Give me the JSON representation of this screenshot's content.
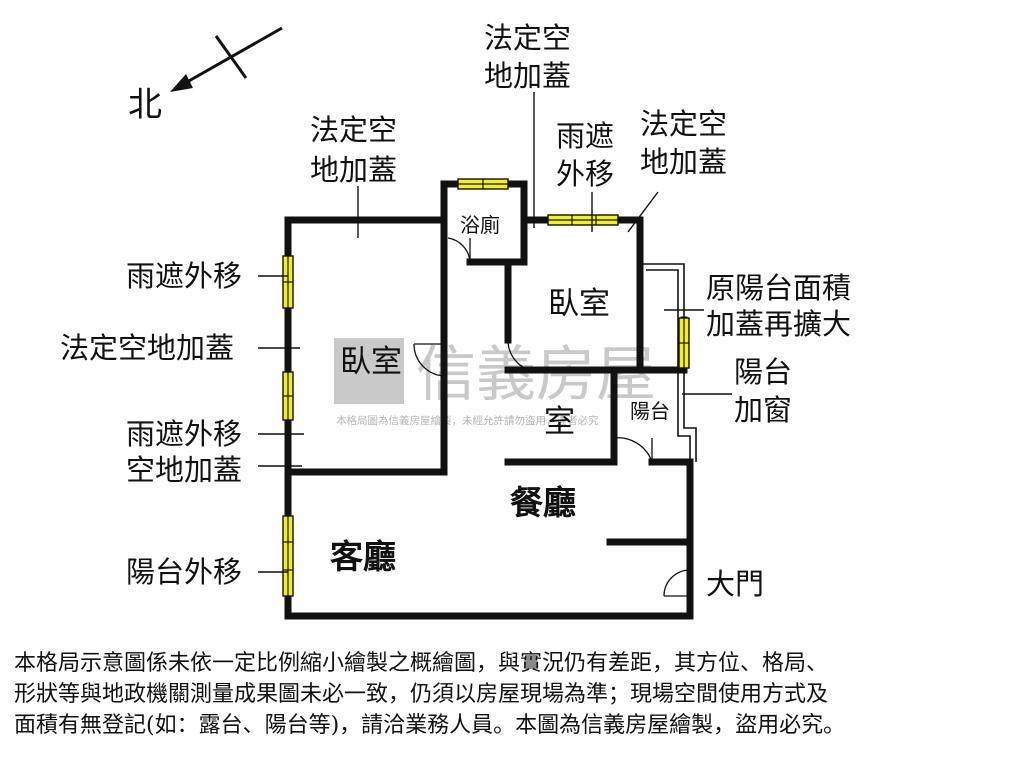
{
  "compass": {
    "label": "北"
  },
  "rooms": {
    "bedroom_large": "臥室",
    "bathroom": "浴廁",
    "bedroom_right": "臥室",
    "room_center": "室",
    "balcony_small": "陽台",
    "dining": "餐廳",
    "living": "客廳"
  },
  "annotations": {
    "top_center": [
      "法定空",
      "地加蓋"
    ],
    "top_left": [
      "法定空",
      "地加蓋"
    ],
    "canopy_top": [
      "雨遮",
      "外移"
    ],
    "top_right": [
      "法定空",
      "地加蓋"
    ],
    "left_canopy_1": "雨遮外移",
    "left_legal": "法定空地加蓋",
    "left_canopy_2": "雨遮外移",
    "left_legal_2": "空地加蓋",
    "left_balcony": "陽台外移",
    "right_balcony_area": [
      "原陽台面積",
      "加蓋再擴大"
    ],
    "right_balcony_window": [
      "陽台",
      "加窗"
    ],
    "front_door": "大門"
  },
  "watermark": {
    "brand": "信義房屋",
    "notice": "本格局圖為信義房屋繪製，未經允許請勿盜用，違者必究"
  },
  "disclaimer": [
    "本格局示意圖係未依一定比例縮小繪製之概繪圖，與實況仍有差距，其方位、格局、",
    "形狀等與地政機關測量成果圖未必一致，仍須以房屋現場為準；現場空間使用方式及",
    "面積有無登記(如：露台、陽台等)，請洽業務人員。本圖為信義房屋繪製，盜用必究。"
  ]
}
